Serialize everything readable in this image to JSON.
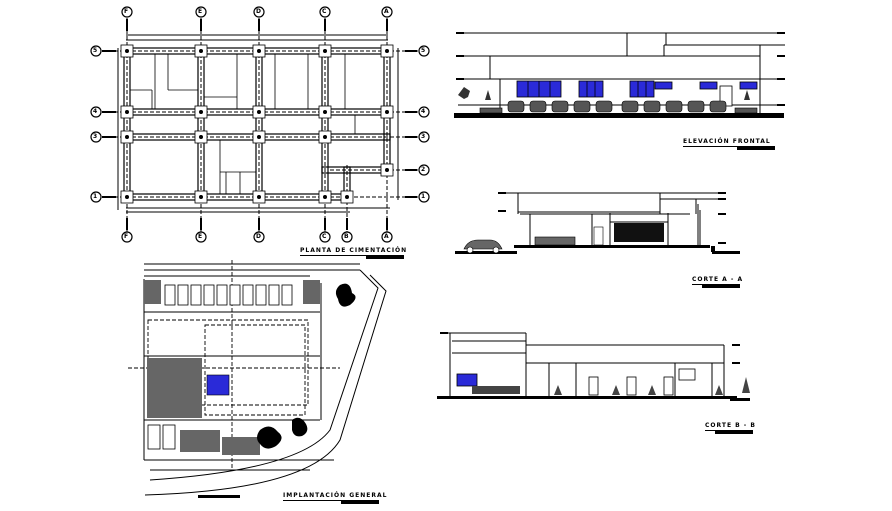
{
  "drawings": {
    "foundation_plan": {
      "title": "PLANTA DE CIMENTACIÓN",
      "grid_columns_top": [
        "F",
        "E",
        "D",
        "C",
        "A"
      ],
      "grid_columns_bottom": [
        "F",
        "E",
        "D",
        "C",
        "B",
        "A"
      ],
      "grid_rows_left": [
        "5",
        "4",
        "3",
        "1"
      ],
      "grid_rows_right": [
        "5",
        "4",
        "3",
        "2",
        "1"
      ]
    },
    "front_elevation": {
      "title": "ELEVACIÓN FRONTAL"
    },
    "section_a": {
      "title": "CORTE A - A"
    },
    "section_b": {
      "title": "CORTE B - B"
    },
    "site_plan": {
      "title": "IMPLANTACIÓN GENERAL"
    }
  },
  "colors": {
    "line": "#000000",
    "glass": "#2a2ad8",
    "glass_light": "#7a7aff",
    "background": "#ffffff"
  }
}
